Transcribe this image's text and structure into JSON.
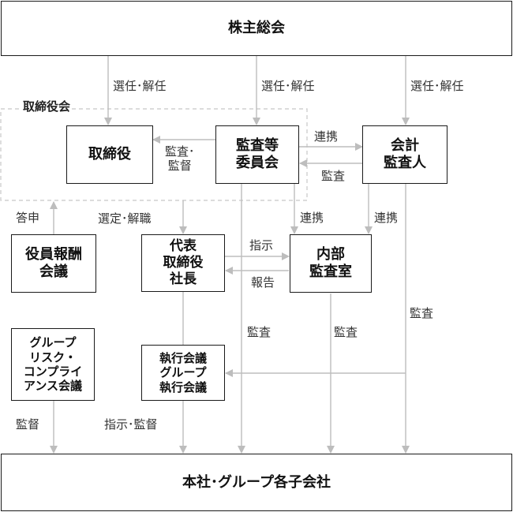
{
  "boxes": {
    "shareholders_meeting": "株主総会",
    "board_of_directors": "取締役",
    "audit_committee": "監査等\n委員会",
    "accounting_auditor": "会計\n監査人",
    "compensation_committee": "役員報酬\n会議",
    "president": "代表\n取締役\n社長",
    "internal_audit": "内部\n監査室",
    "risk_compliance_committee": "グループ\nリスク・\nコンプライ\nアンス会議",
    "executive_meeting": "執行会議\nグループ\n執行会議",
    "group_companies": "本社･グループ各子会社"
  },
  "group_label": "取締役会",
  "labels": {
    "elect_dismiss": "選任･解任",
    "audit_supervise": "監査･\n監督",
    "liaison": "連携",
    "audit": "監査",
    "report": "答申",
    "select_dismiss_exec": "選定･解職",
    "instruct": "指示",
    "reporting": "報告",
    "supervise": "監督",
    "instruct_supervise": "指示･監督"
  },
  "colors": {
    "box_border": "#1a1a1a",
    "line": "#bdbdbd",
    "arrow": "#bdbdbd",
    "dashed": "#c8c8c8"
  }
}
